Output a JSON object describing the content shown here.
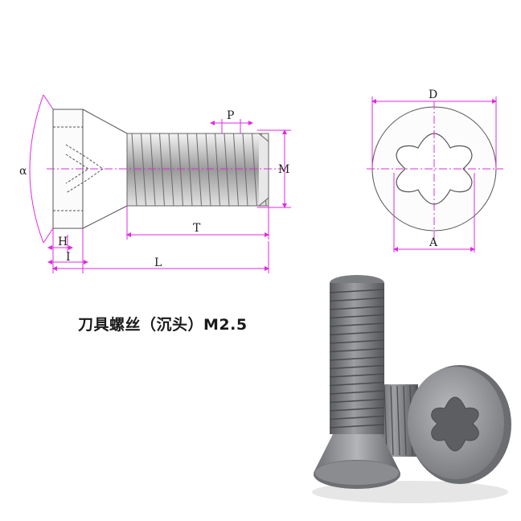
{
  "title": "刀具螺丝（沉头）M2.5",
  "colors": {
    "dimension_line": "#e02be0",
    "outline": "#555555",
    "text": "#222222",
    "metal_dark": "#5f6064",
    "metal_light": "#a9aaae"
  },
  "side_view": {
    "labels": {
      "alpha": "α",
      "p": "P",
      "m": "M",
      "t": "T",
      "h": "H",
      "i": "I",
      "l": "L"
    }
  },
  "front_view": {
    "labels": {
      "d": "D",
      "a": "A"
    }
  }
}
